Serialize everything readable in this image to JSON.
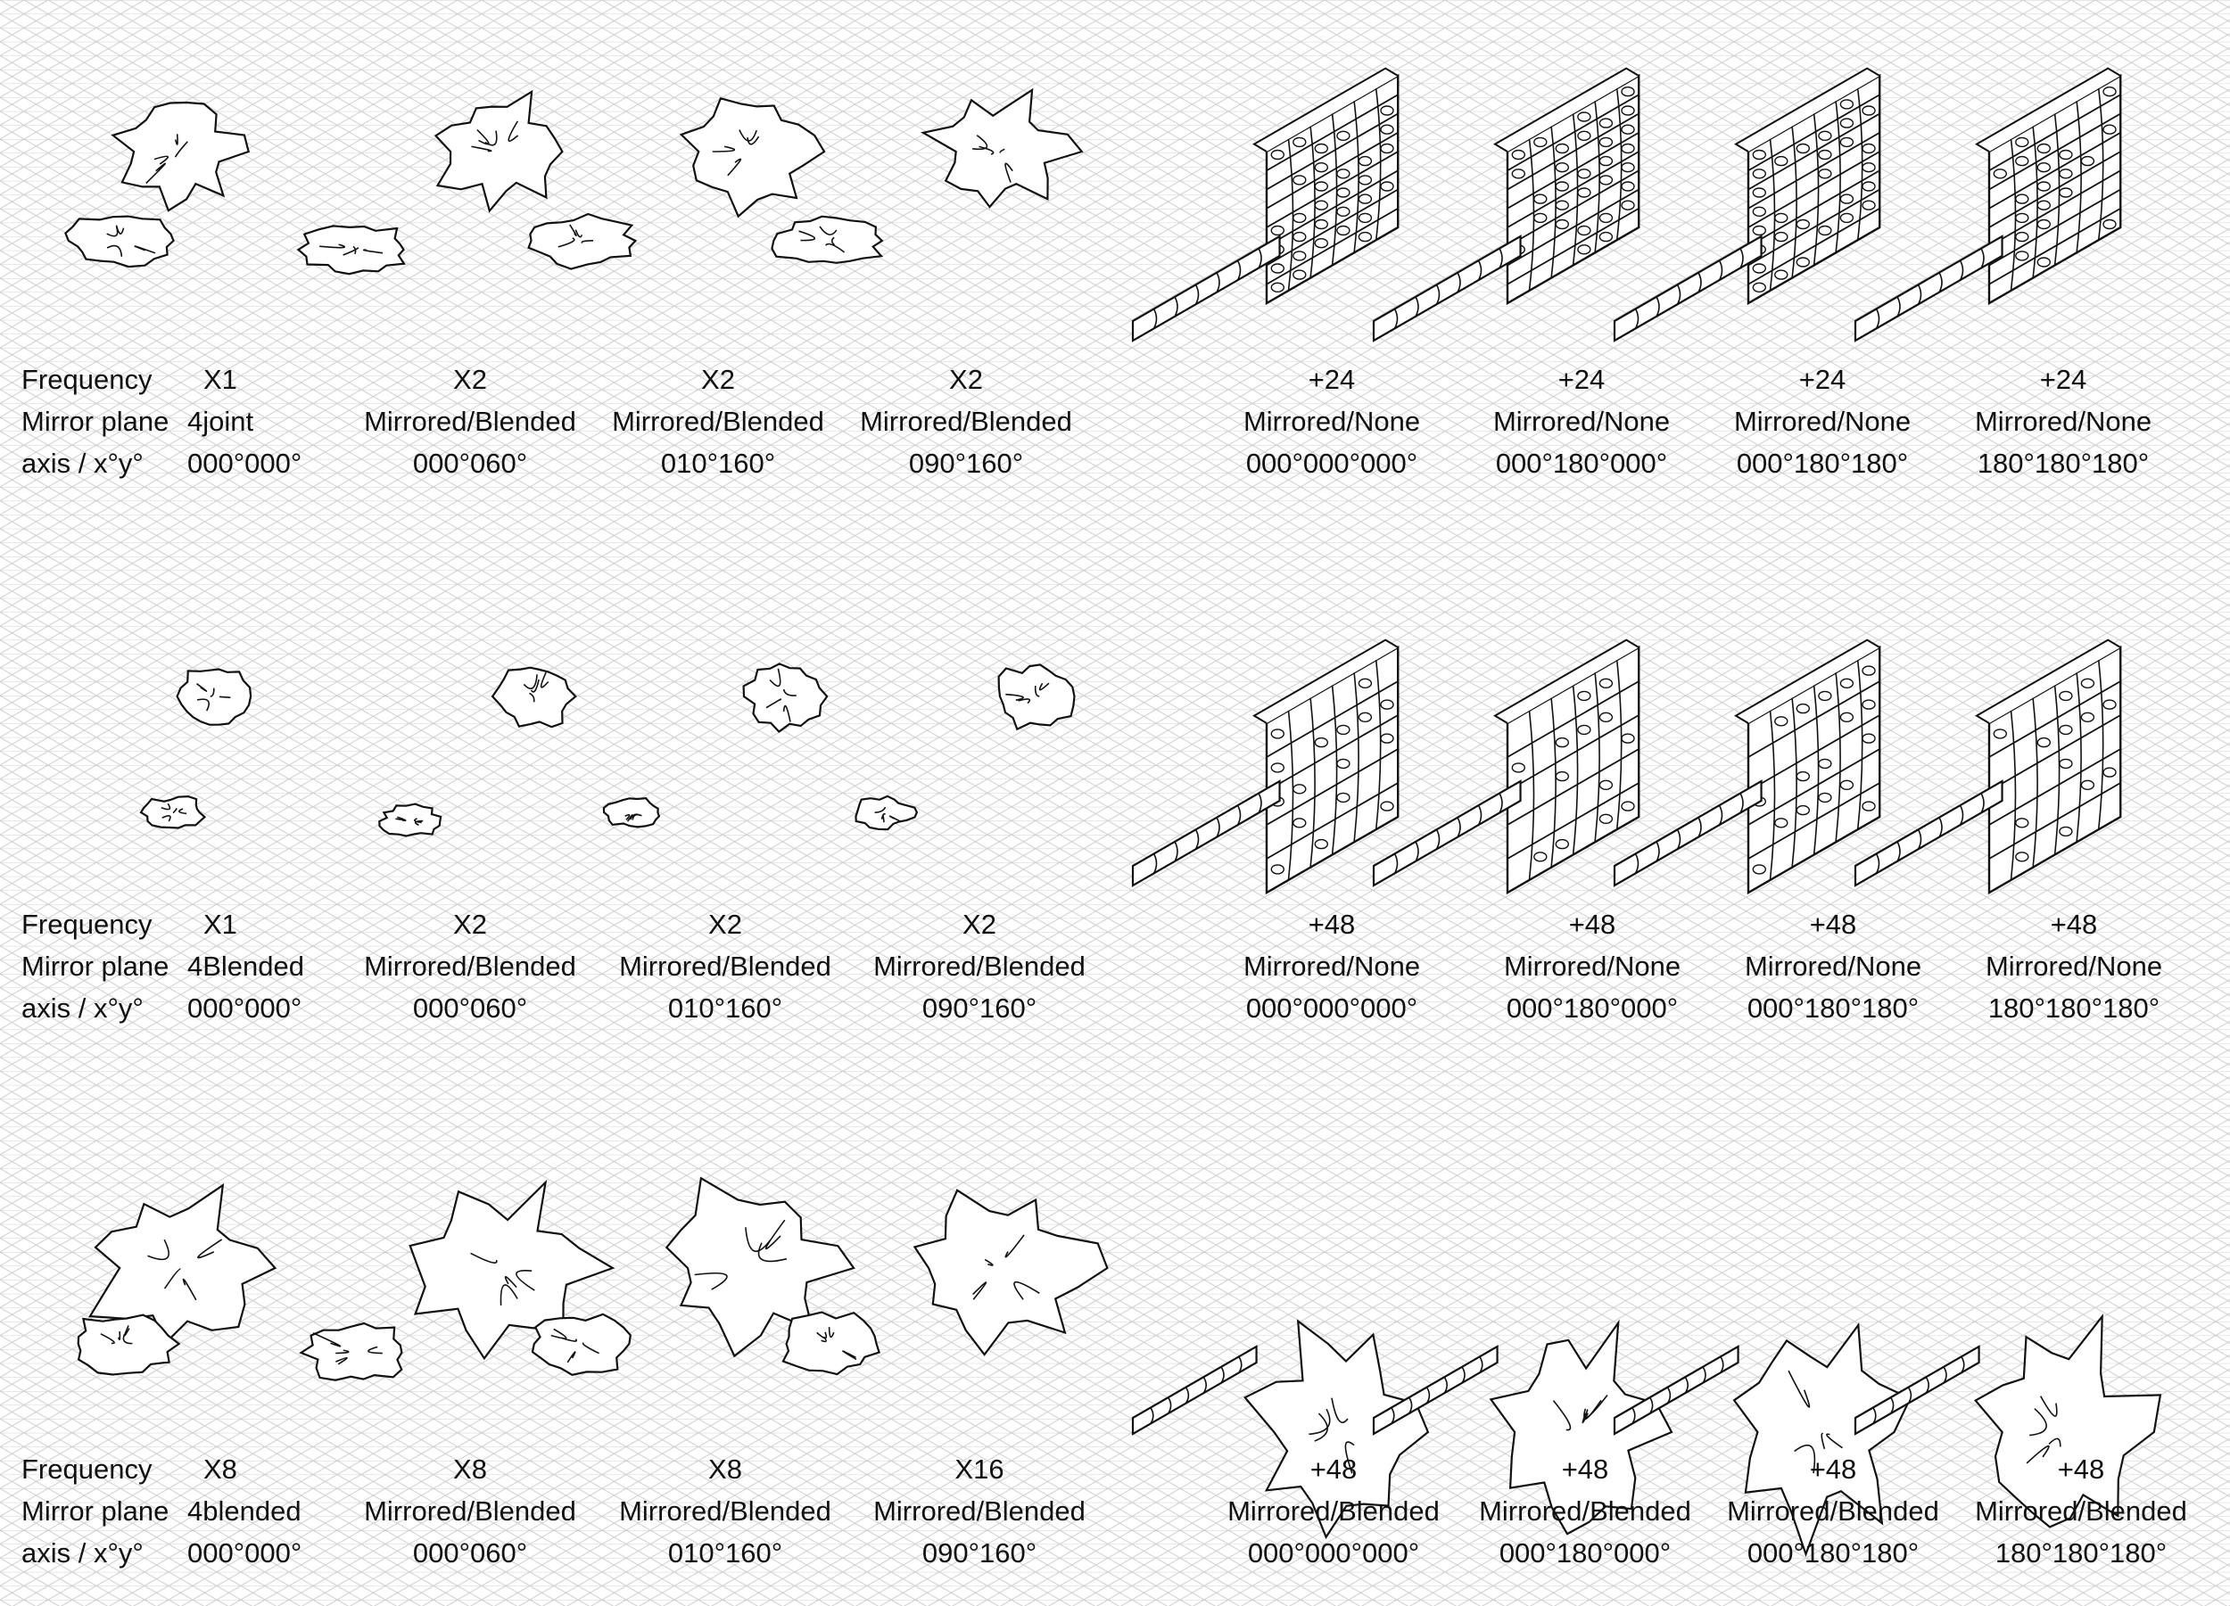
{
  "row_labels": [
    "Frequency",
    "Mirror plane",
    "axis / x°y°"
  ],
  "rows": [
    {
      "left": [
        {
          "frequency": "X1",
          "mirror": "4joint",
          "axis": "000°000°"
        },
        {
          "frequency": "X2",
          "mirror": "Mirrored/Blended",
          "axis": "000°060°"
        },
        {
          "frequency": "X2",
          "mirror": "Mirrored/Blended",
          "axis": "010°160°"
        },
        {
          "frequency": "X2",
          "mirror": "Mirrored/Blended",
          "axis": "090°160°"
        }
      ],
      "right": [
        {
          "frequency": "+24",
          "mirror": "Mirrored/None",
          "axis": "000°000°000°"
        },
        {
          "frequency": "+24",
          "mirror": "Mirrored/None",
          "axis": "000°180°000°"
        },
        {
          "frequency": "+24",
          "mirror": "Mirrored/None",
          "axis": "000°180°180°"
        },
        {
          "frequency": "+24",
          "mirror": "Mirrored/None",
          "axis": "180°180°180°"
        }
      ]
    },
    {
      "left": [
        {
          "frequency": "X1",
          "mirror": "4Blended",
          "axis": "000°000°"
        },
        {
          "frequency": "X2",
          "mirror": "Mirrored/Blended",
          "axis": "000°060°"
        },
        {
          "frequency": "X2",
          "mirror": "Mirrored/Blended",
          "axis": "010°160°"
        },
        {
          "frequency": "X2",
          "mirror": "Mirrored/Blended",
          "axis": "090°160°"
        }
      ],
      "right": [
        {
          "frequency": "+48",
          "mirror": "Mirrored/None",
          "axis": "000°000°000°"
        },
        {
          "frequency": "+48",
          "mirror": "Mirrored/None",
          "axis": "000°180°000°"
        },
        {
          "frequency": "+48",
          "mirror": "Mirrored/None",
          "axis": "000°180°180°"
        },
        {
          "frequency": "+48",
          "mirror": "Mirrored/None",
          "axis": "180°180°180°"
        }
      ]
    },
    {
      "left": [
        {
          "frequency": "X8",
          "mirror": "4blended",
          "axis": "000°000°"
        },
        {
          "frequency": "X8",
          "mirror": "Mirrored/Blended",
          "axis": "000°060°"
        },
        {
          "frequency": "X8",
          "mirror": "Mirrored/Blended",
          "axis": "010°160°"
        },
        {
          "frequency": "X16",
          "mirror": "Mirrored/Blended",
          "axis": "090°160°"
        }
      ],
      "right": [
        {
          "frequency": "+48",
          "mirror": "Mirrored/Blended",
          "axis": "000°000°000°"
        },
        {
          "frequency": "+48",
          "mirror": "Mirrored/Blended",
          "axis": "000°180°000°"
        },
        {
          "frequency": "+48",
          "mirror": "Mirrored/Blended",
          "axis": "000°180°180°"
        },
        {
          "frequency": "+48",
          "mirror": "Mirrored/Blended",
          "axis": "180°180°180°"
        }
      ]
    }
  ]
}
